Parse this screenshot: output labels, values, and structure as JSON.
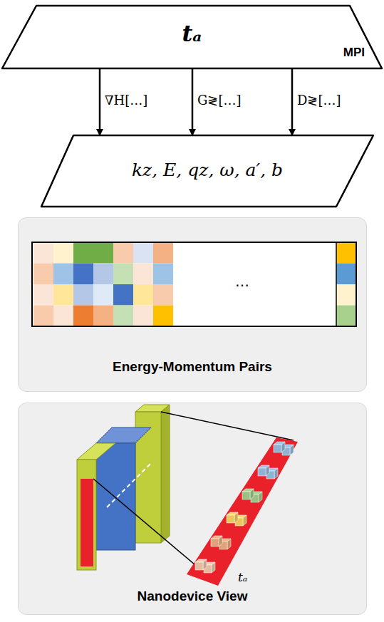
{
  "diagram": {
    "nodes": [
      {
        "text": [
          "tₐ",
          "MPI"
        ]
      },
      {
        "text": [
          "kz, E, qz, ω, a′, b"
        ]
      },
      {
        "text": [
          "Energy-Momentum Pairs"
        ]
      },
      {
        "text": [
          "Nanodevice View"
        ]
      }
    ],
    "edges": [
      {
        "from": 0,
        "to": 1,
        "arrow": "to",
        "label": "∇H[…]"
      },
      {
        "from": 0,
        "to": 1,
        "arrow": "to",
        "label": "G≷[…]"
      },
      {
        "from": 0,
        "to": 1,
        "arrow": "to",
        "label": "D≷[…]"
      }
    ],
    "labels": [
      "…",
      "tₐ"
    ]
  }
}
